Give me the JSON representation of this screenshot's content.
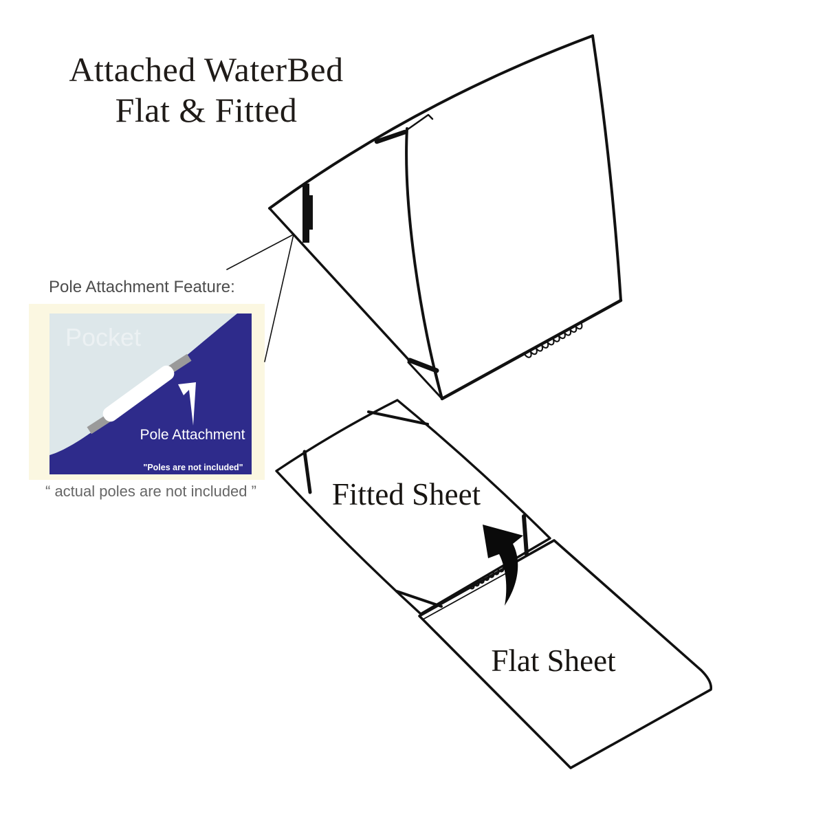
{
  "title": {
    "line1": "Attached WaterBed",
    "line2": "Flat & Fitted"
  },
  "pole_feature": {
    "heading": "Pole Attachment Feature:",
    "inset": {
      "pocket_label": "Pocket",
      "attachment_label": "Pole Attachment",
      "disclaimer": "\"Poles are not included\""
    },
    "caption": "“ actual poles are not included ”"
  },
  "diagram_labels": {
    "fitted_sheet": "Fitted Sheet",
    "flat_sheet": "Flat Sheet"
  },
  "colors": {
    "background": "#ffffff",
    "line_art": "#111111",
    "inset_panel_cream": "#fbf7e1",
    "inset_fabric_navy": "#2e2b8b",
    "inset_fabric_pale": "#dde7ea",
    "pole_gray": "#9a9a9a",
    "heading_gray": "#4c4c4c",
    "caption_gray": "#666666",
    "title_black": "#1f1b18"
  }
}
